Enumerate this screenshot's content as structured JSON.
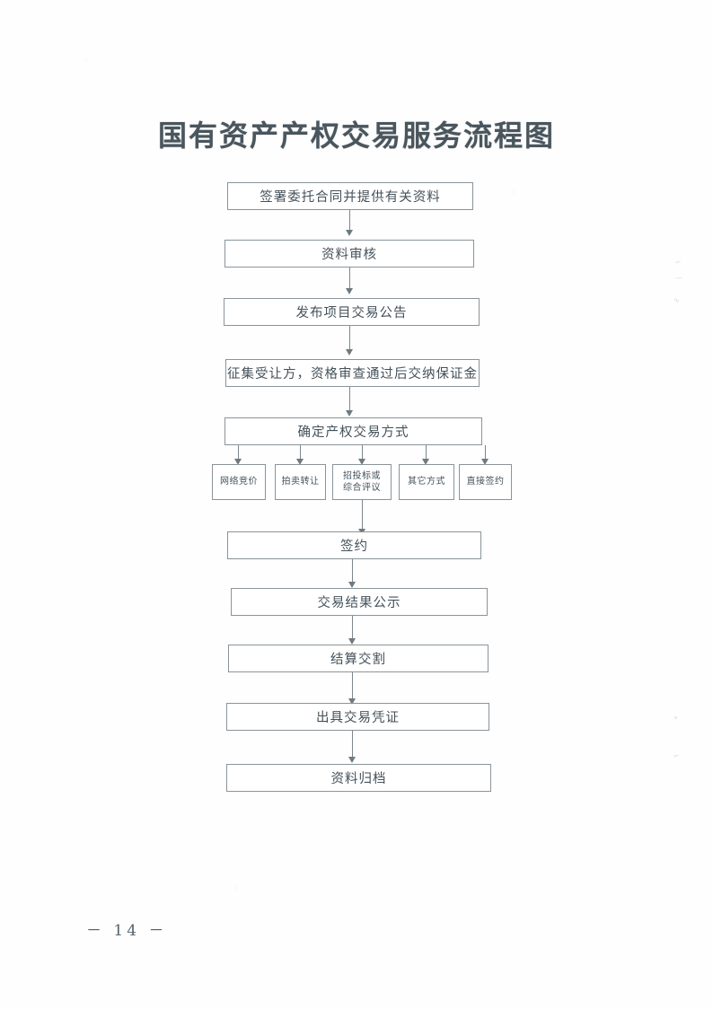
{
  "document": {
    "title": "国有资产产权交易服务流程图",
    "page_number": "－ 14 －"
  },
  "chart_data": {
    "type": "diagram",
    "title": "国有资产产权交易服务流程图",
    "orientation": "top-to-bottom",
    "nodes": [
      {
        "id": "n1",
        "label": "签署委托合同并提供有关资料",
        "kind": "process"
      },
      {
        "id": "n2",
        "label": "资料审核",
        "kind": "process"
      },
      {
        "id": "n3",
        "label": "发布项目交易公告",
        "kind": "process"
      },
      {
        "id": "n4",
        "label": "征集受让方，资格审查通过后交纳保证金",
        "kind": "process"
      },
      {
        "id": "n5",
        "label": "确定产权交易方式",
        "kind": "process"
      },
      {
        "id": "b1",
        "label": "网络竞价",
        "kind": "option"
      },
      {
        "id": "b2",
        "label": "拍卖转让",
        "kind": "option"
      },
      {
        "id": "b3",
        "label": "招投标或综合评议",
        "line1": "招投标或",
        "line2": "综合评议",
        "kind": "option"
      },
      {
        "id": "b4",
        "label": "其它方式",
        "kind": "option"
      },
      {
        "id": "b5",
        "label": "直接签约",
        "kind": "option"
      },
      {
        "id": "n6",
        "label": "签约",
        "kind": "process"
      },
      {
        "id": "n7",
        "label": "交易结果公示",
        "kind": "process"
      },
      {
        "id": "n8",
        "label": "结算交割",
        "kind": "process"
      },
      {
        "id": "n9",
        "label": "出具交易凭证",
        "kind": "process"
      },
      {
        "id": "n10",
        "label": "资料归档",
        "kind": "process"
      }
    ],
    "edges": [
      {
        "from": "n1",
        "to": "n2"
      },
      {
        "from": "n2",
        "to": "n3"
      },
      {
        "from": "n3",
        "to": "n4"
      },
      {
        "from": "n4",
        "to": "n5"
      },
      {
        "from": "n5",
        "to": "b1"
      },
      {
        "from": "n5",
        "to": "b2"
      },
      {
        "from": "n5",
        "to": "b3"
      },
      {
        "from": "n5",
        "to": "b4"
      },
      {
        "from": "n5",
        "to": "b5"
      },
      {
        "from": "b3",
        "to": "n6"
      },
      {
        "from": "n6",
        "to": "n7"
      },
      {
        "from": "n7",
        "to": "n8"
      },
      {
        "from": "n8",
        "to": "n9"
      },
      {
        "from": "n9",
        "to": "n10"
      }
    ],
    "colors": {
      "ink": "#44515a",
      "border": "#8a949a",
      "connector": "#7d878d",
      "background": "#ffffff"
    }
  },
  "bleed_marks": [
    "⌐",
    "—",
    "∿",
    "»",
    "⌐"
  ]
}
